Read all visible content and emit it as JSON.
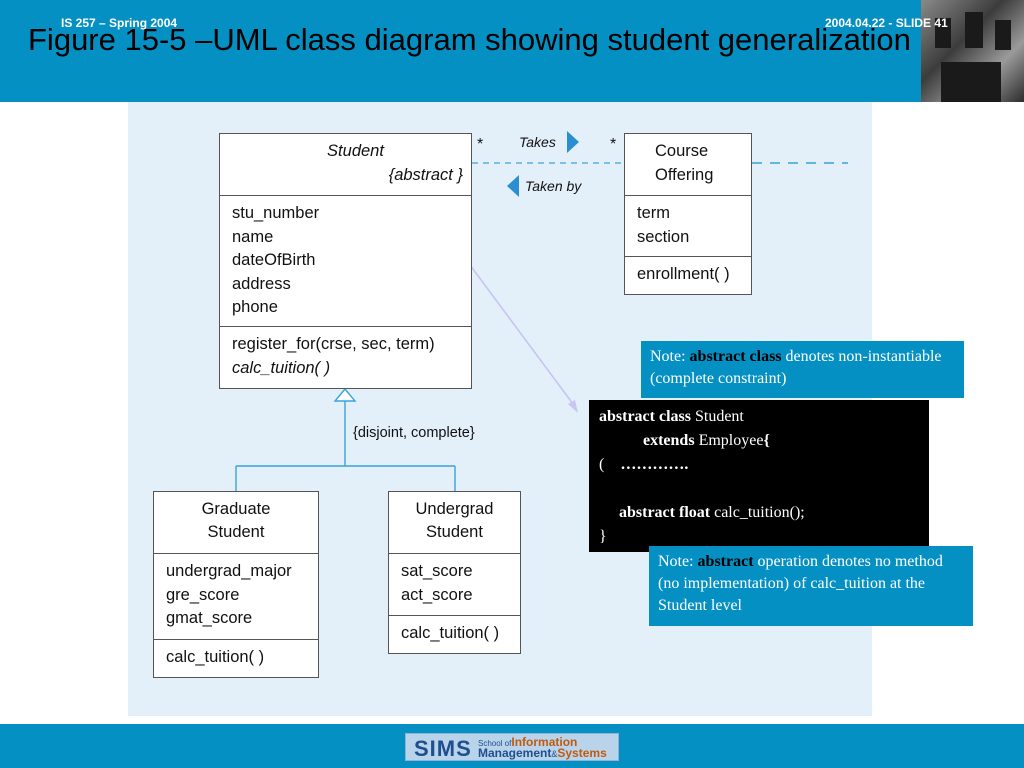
{
  "slide": {
    "title": "Figure 15-5 –UML class diagram showing student generalization",
    "footer_left": "IS 257 – Spring 2004",
    "footer_right": "2004.04.22 - SLIDE 41",
    "logo": {
      "sims": "SIMS",
      "line1_prefix": "School of",
      "line1_main": "Information",
      "line2_main": "Management",
      "line2_amp": "&",
      "line2_end": "Systems"
    }
  },
  "diagram": {
    "student": {
      "name": "Student",
      "stereotype": "{abstract }",
      "attributes": [
        "stu_number",
        "name",
        "dateOfBirth",
        "address",
        "phone"
      ],
      "operations": [
        "register_for(crse, sec, term)",
        "calc_tuition( )"
      ]
    },
    "course_offering": {
      "name_line1": "Course",
      "name_line2": "Offering",
      "attributes": [
        "term",
        "section"
      ],
      "operations": [
        "enrollment( )"
      ]
    },
    "graduate_student": {
      "name_line1": "Graduate",
      "name_line2": "Student",
      "attributes": [
        "undergrad_major",
        "gre_score",
        "gmat_score"
      ],
      "operations": [
        "calc_tuition( )"
      ]
    },
    "undergrad_student": {
      "name_line1": "Undergrad",
      "name_line2": "Student",
      "attributes": [
        "sat_score",
        "act_score"
      ],
      "operations": [
        "calc_tuition( )"
      ]
    },
    "association": {
      "takes": "Takes",
      "taken_by": "Taken by",
      "mult_left": "*",
      "mult_right": "*"
    },
    "generalization_constraint": "{disjoint, complete}"
  },
  "notes": {
    "note1": {
      "prefix": "Note: ",
      "bold": "abstract class",
      "rest": " denotes non-instantiable (complete constraint)"
    },
    "note2": {
      "prefix": "Note: ",
      "bold": "abstract",
      "rest": " operation denotes no method (no implementation) of calc_tuition at the Student level"
    }
  },
  "code": {
    "l1_kw": "abstract class",
    "l1_txt": " Student",
    "l2_kw": "extends",
    "l2_txt": " Employee",
    "l2_brace": "{",
    "l3_paren": "(",
    "l3_dots": "………….",
    "l5_kw": "abstract float",
    "l5_txt": " calc_tuition();",
    "l6": "}"
  },
  "colors": {
    "header_blue": "#0590c4",
    "panel_bg": "#e3eff9",
    "connector_blue": "#3aa3d8"
  }
}
